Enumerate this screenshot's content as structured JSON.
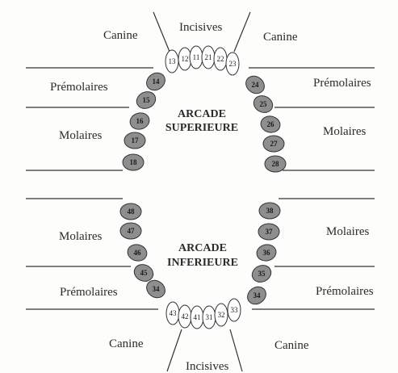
{
  "arches": {
    "upper_title_1": "ARCADE",
    "upper_title_2": "SUPERIEURE",
    "lower_title_1": "ARCADE",
    "lower_title_2": "INFERIEURE"
  },
  "labels": {
    "incisives": "Incisives",
    "canine": "Canine",
    "premolaires": "Prémolaires",
    "molaires": "Molaires"
  },
  "upper_incisors": [
    "13",
    "12",
    "11",
    "21",
    "22",
    "23"
  ],
  "upper_left_side": [
    "14",
    "15",
    "16",
    "17",
    "18"
  ],
  "upper_right_side": [
    "24",
    "25",
    "26",
    "27",
    "28"
  ],
  "lower_left_side": [
    "48",
    "47",
    "46",
    "45",
    "34"
  ],
  "lower_right_side": [
    "38",
    "37",
    "36",
    "35",
    "34"
  ],
  "lower_incisors": [
    "43",
    "42",
    "41",
    "31",
    "32",
    "33"
  ],
  "colors": {
    "tooth_fill_dark": "#8e8e8e",
    "tooth_fill_light": "#ffffff",
    "line": "#333333"
  }
}
